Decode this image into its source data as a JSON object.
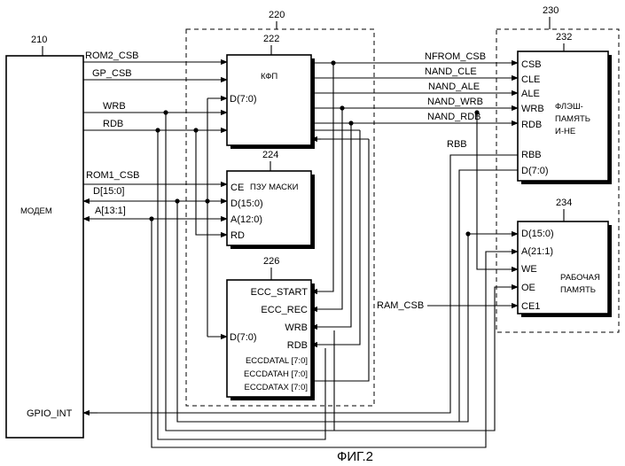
{
  "refs": {
    "modem": "210",
    "group220": "220",
    "kfp": "222",
    "mask_rom": "224",
    "ecc": "226",
    "group230": "230",
    "flash": "232",
    "ram": "234",
    "caption": "ФИГ.2"
  },
  "modem": {
    "title": "МОДЕМ",
    "gpio": "GPIO_INT"
  },
  "kfp": {
    "title": "КФП",
    "d_port": "D(7:0)"
  },
  "mask_rom": {
    "title": "ПЗУ МАСКИ",
    "ports": [
      "CE",
      "D(15:0)",
      "A(12:0)",
      "RD"
    ]
  },
  "ecc": {
    "ports": [
      "ECC_START",
      "ECC_REC",
      "WRB",
      "D(7:0)",
      "RDB",
      "ECCDATAL [7:0]",
      "ECCDATAH [7:0]",
      "ECCDATAX [7:0]"
    ]
  },
  "flash": {
    "title": [
      "ФЛЭШ-",
      "ПАМЯТЬ",
      "И-НЕ"
    ],
    "ports": [
      "CSB",
      "CLE",
      "ALE",
      "WRB",
      "RDB",
      "RBB",
      "D(7:0)"
    ]
  },
  "ram": {
    "title": [
      "РАБОЧАЯ",
      "ПАМЯТЬ"
    ],
    "ports": [
      "D(15:0)",
      "A(21:1)",
      "WE",
      "OE",
      "CE1"
    ]
  },
  "signals": {
    "rom2_csb": "ROM2_CSB",
    "gp_csb": "GP_CSB",
    "wrb": "WRB",
    "rdb": "RDB",
    "rom1_csb": "ROM1_CSB",
    "d": "D[15:0]",
    "a": "A[13:1]",
    "nfrom_csb": "NFROM_CSB",
    "nand_cle": "NAND_CLE",
    "nand_ale": "NAND_ALE",
    "nand_wrb": "NAND_WRB",
    "nand_rdb": "NAND_RDB",
    "rbb": "RBB",
    "ram_csb": "RAM_CSB"
  }
}
